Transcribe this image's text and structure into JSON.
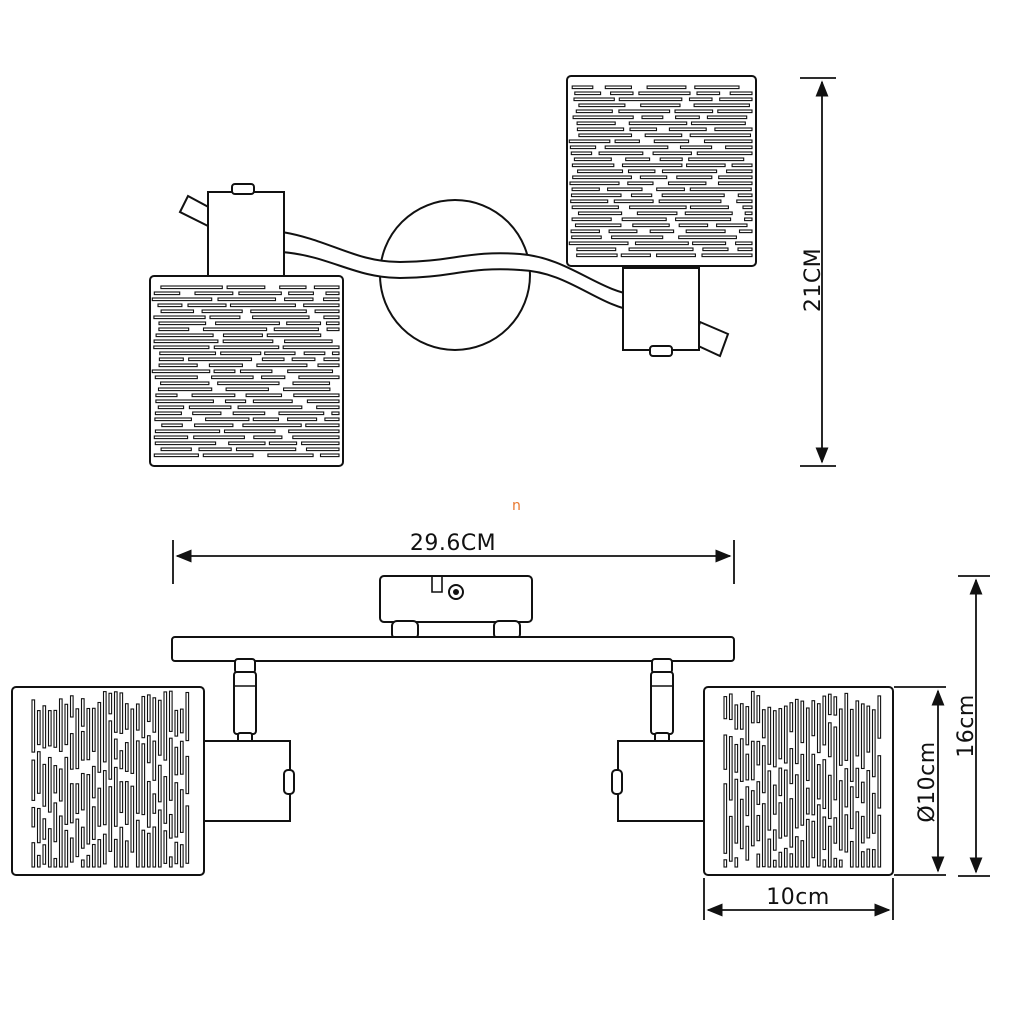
{
  "dimensions": {
    "height_top": "21CM",
    "width_total": "29.6CM",
    "height_side": "16cm",
    "diameter_shade": "Ø10cm",
    "width_shade": "10cm"
  },
  "watermark": "n",
  "colors": {
    "line": "#111111",
    "background": "#ffffff",
    "watermark": "#e8772e"
  }
}
